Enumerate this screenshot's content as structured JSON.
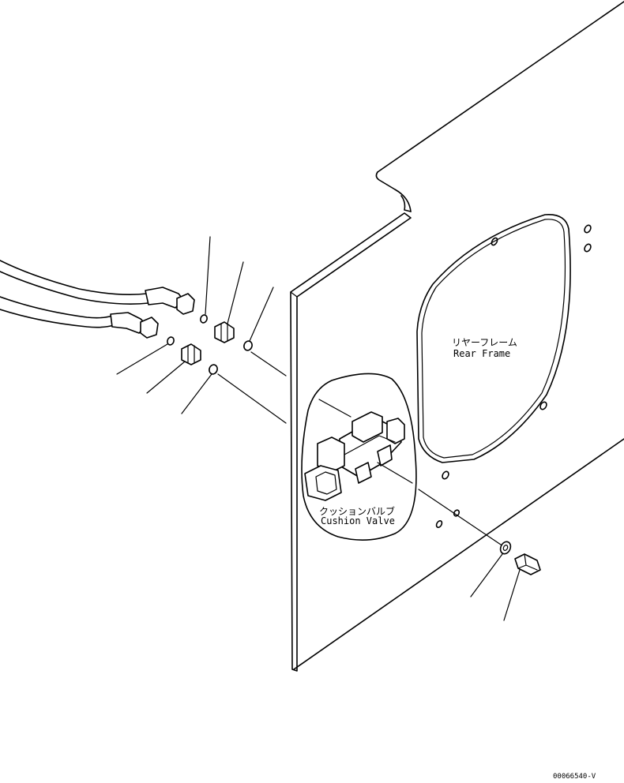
{
  "labels": {
    "rear_frame_jp": "リヤーフレーム",
    "rear_frame_en": "Rear Frame",
    "cushion_valve_jp": "クッションバルブ",
    "cushion_valve_en": "Cushion Valve",
    "drawing_code": "00066540-V"
  }
}
